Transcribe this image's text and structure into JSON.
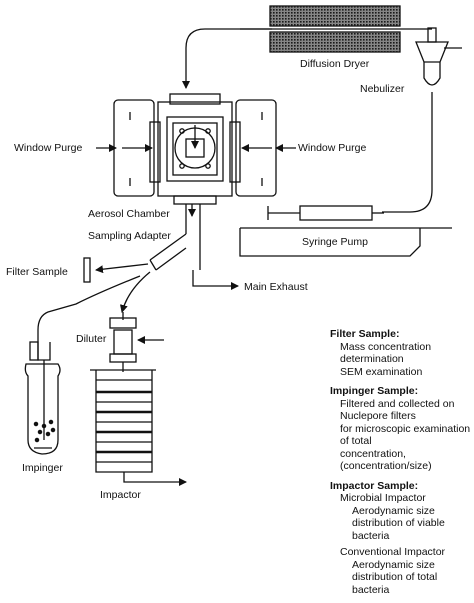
{
  "labels": {
    "diffusion_dryer": "Diffusion Dryer",
    "nebulizer": "Nebulizer",
    "window_purge_left": "Window Purge",
    "window_purge_right": "Window Purge",
    "aerosol_chamber": "Aerosol Chamber",
    "sampling_adapter": "Sampling Adapter",
    "syringe_pump": "Syringe Pump",
    "filter_sample": "Filter Sample",
    "main_exhaust": "Main Exhaust",
    "diluter": "Diluter",
    "impinger": "Impinger",
    "impactor": "Impactor"
  },
  "notes": {
    "filter": {
      "heading": "Filter Sample:",
      "lines": [
        "Mass concentration determination",
        "SEM examination"
      ]
    },
    "impinger": {
      "heading": "Impinger Sample:",
      "lines": [
        "Filtered and collected on Nuclepore filters",
        "for microscopic examination of total",
        "concentration, (concentration/size)"
      ]
    },
    "impactor": {
      "heading": "Impactor Sample:",
      "sub1": "Microbial Impactor",
      "sub1_detail": "Aerodynamic size distribution of viable bacteria",
      "sub2": "Conventional Impactor",
      "sub2_detail": "Aerodynamic size distribution of total bacteria"
    }
  }
}
